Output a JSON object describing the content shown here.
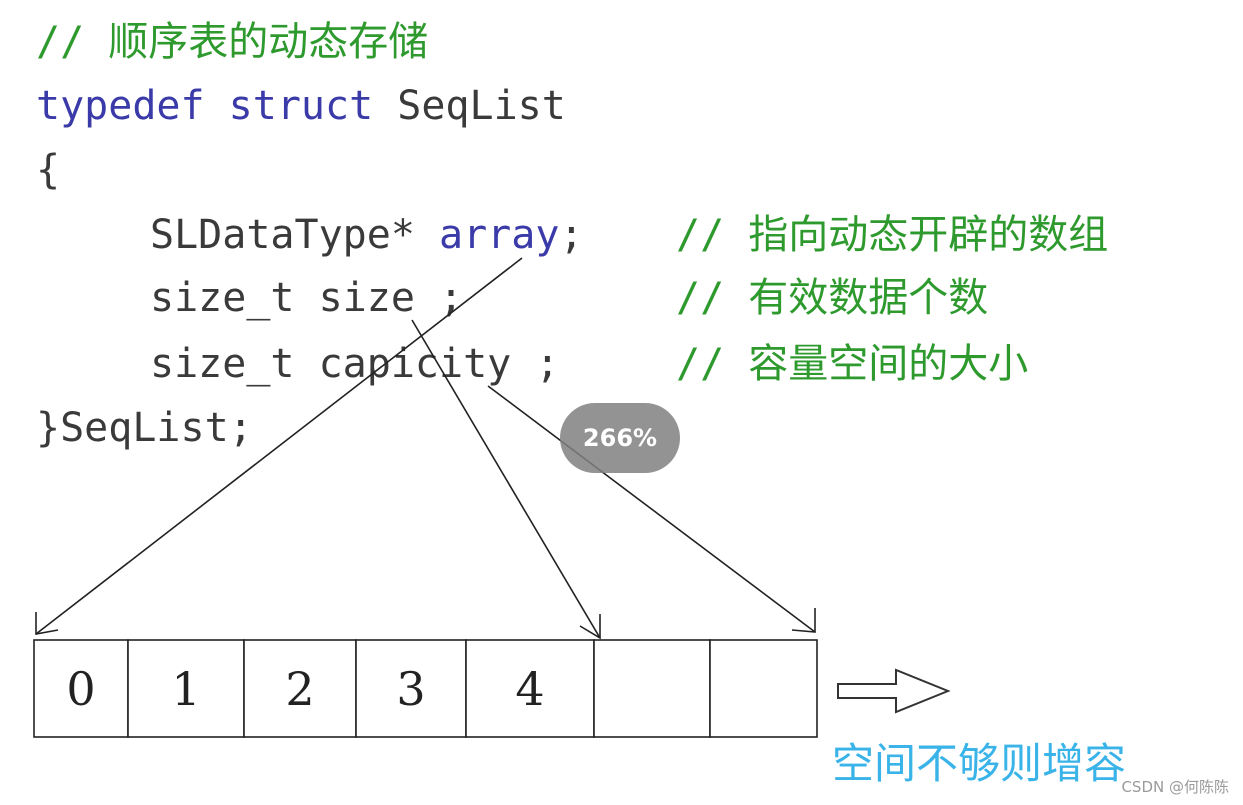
{
  "code": {
    "comment_title": "// 顺序表的动态存储",
    "typedef_kw": "typedef",
    "struct_kw": "struct",
    "struct_name": "SeqList",
    "open_brace": "{",
    "field1": {
      "type": "SLDataType*",
      "name": "array",
      "terminator": ";",
      "comment": "// 指向动态开辟的数组"
    },
    "field2": {
      "type": "size_t",
      "name": "size",
      "terminator": " ;",
      "comment": "// 有效数据个数"
    },
    "field3": {
      "type": "size_t",
      "name": "capicity",
      "terminator": " ;",
      "comment": "// 容量空间的大小"
    },
    "close_line": "}SeqList;"
  },
  "array_cells": [
    "0",
    "1",
    "2",
    "3",
    "4",
    "",
    ""
  ],
  "expand_label": "空间不够则增容",
  "zoom_badge": "266%",
  "watermark": "CSDN @何陈陈",
  "colors": {
    "keyword": "#3a3aa8",
    "comment": "#2e9a2e",
    "expand_label": "#3ab4e8"
  }
}
